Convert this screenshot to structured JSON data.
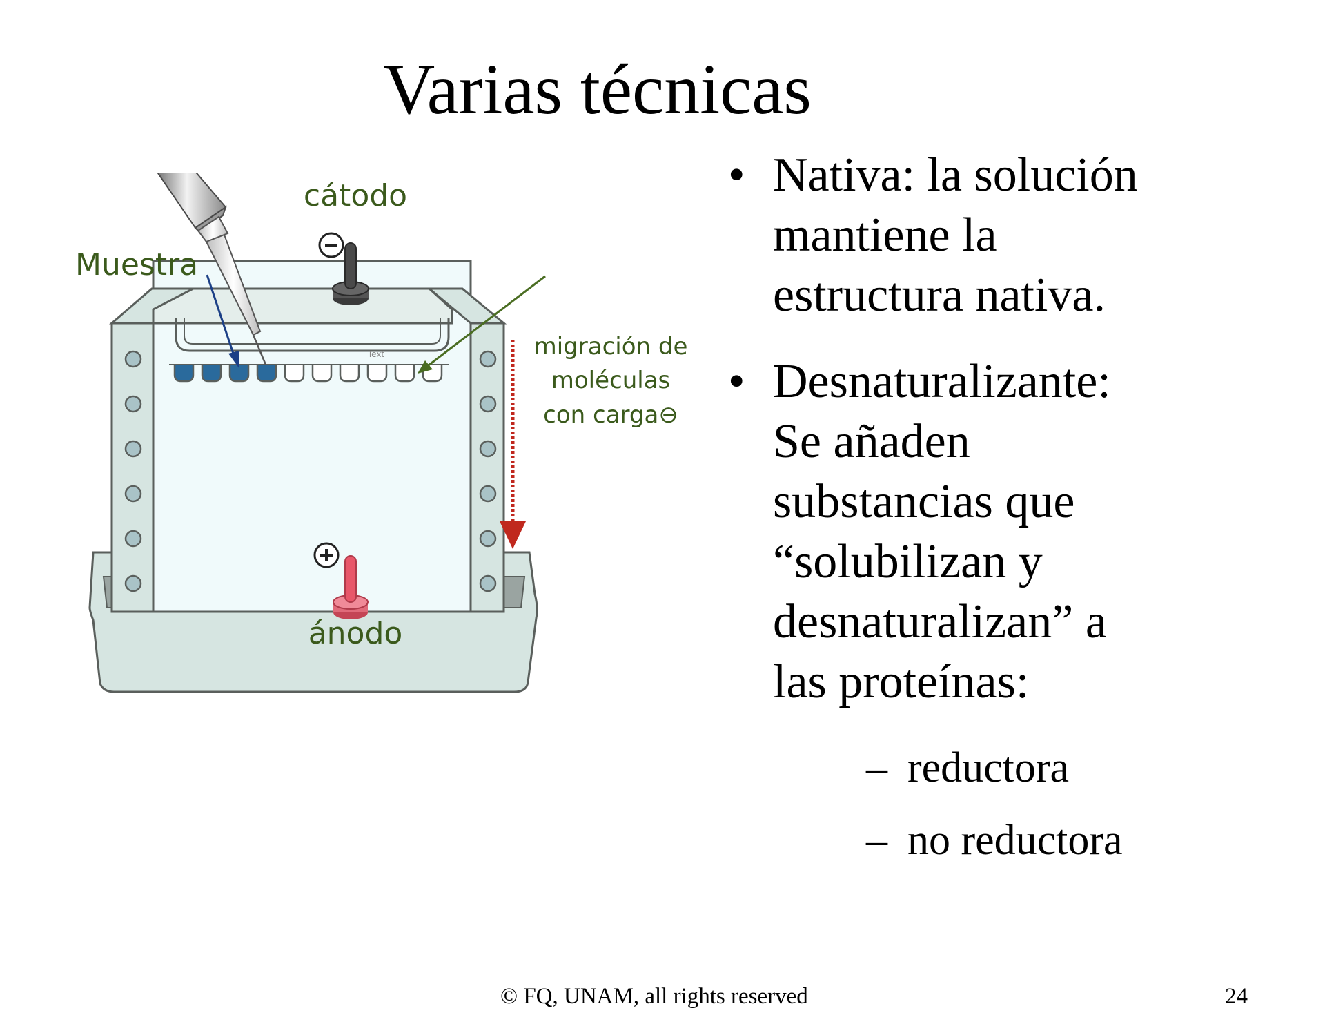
{
  "slide": {
    "title": "Varias técnicas"
  },
  "diagram": {
    "label_sample": "Muestra",
    "label_cathode": "cátodo",
    "label_anode": "ánodo",
    "migration_lines": [
      "migración de",
      "moléculas",
      "con carga⊖"
    ],
    "tiny_label": "Text",
    "cathode_symbol": "−",
    "anode_symbol": "+",
    "colors": {
      "label_green": "#3b5a1c",
      "migration_arrow": "#c0281e",
      "pointer_arrow": "#4a6d22",
      "sample_arrow": "#1b3f86",
      "well_fill": "#2a6a9c",
      "gel": "#f0fafb",
      "frame": "#d6e5e1",
      "anode_post": "#e8576a",
      "cathode_post": "#3a3a3a"
    }
  },
  "bullets": [
    {
      "marker": "•",
      "lines": [
        "Nativa: la solución",
        "mantiene la",
        "estructura nativa."
      ]
    },
    {
      "marker": "•",
      "lines": [
        "Desnaturalizante:",
        "Se añaden",
        "substancias que",
        "“solubilizan y",
        "desnaturalizan” a",
        "las proteínas:"
      ]
    }
  ],
  "subbullets": [
    {
      "marker": "–",
      "text": "reductora"
    },
    {
      "marker": "–",
      "text": "no reductora"
    }
  ],
  "footer": {
    "copyright": "© FQ, UNAM, all rights reserved",
    "page_number": "24"
  }
}
